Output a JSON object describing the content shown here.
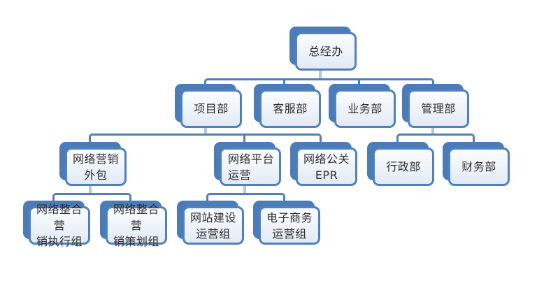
{
  "diagram": {
    "type": "org-chart",
    "title": "",
    "nodes": [
      {
        "id": "gm-office",
        "label": "总经办",
        "line1": "总经办",
        "parent": null
      },
      {
        "id": "project-dept",
        "label": "项目部",
        "line1": "项目部",
        "parent": "gm-office"
      },
      {
        "id": "customer-service-dept",
        "label": "客服部",
        "line1": "客服部",
        "parent": "gm-office"
      },
      {
        "id": "business-dept",
        "label": "业务部",
        "line1": "业务部",
        "parent": "gm-office"
      },
      {
        "id": "management-dept",
        "label": "管理部",
        "line1": "管理部",
        "parent": "gm-office"
      },
      {
        "id": "network-marketing-outsourcing",
        "label": "网络营销外包",
        "line1": "网络营销",
        "line2": "外包",
        "parent": "project-dept"
      },
      {
        "id": "network-platform-operation",
        "label": "网络平台运营",
        "line1": "网络平台",
        "line2": "运营",
        "parent": "project-dept"
      },
      {
        "id": "network-pr-epr",
        "label": "网络公关EPR",
        "line1": "网络公关",
        "line2": "EPR",
        "parent": "project-dept"
      },
      {
        "id": "administrative-dept",
        "label": "行政部",
        "line1": "行政部",
        "parent": "management-dept"
      },
      {
        "id": "finance-dept",
        "label": "财务部",
        "line1": "财务部",
        "parent": "management-dept"
      },
      {
        "id": "integrated-marketing-execution-team",
        "label": "网络整合营销执行组",
        "line1": "网络整合营",
        "line2": "销执行组",
        "parent": "network-marketing-outsourcing"
      },
      {
        "id": "integrated-marketing-planning-team",
        "label": "网络整合营销策划组",
        "line1": "网络整合营",
        "line2": "销策划组",
        "parent": "network-marketing-outsourcing"
      },
      {
        "id": "website-construction-operation-team",
        "label": "网站建设运营组",
        "line1": "网站建设",
        "line2": "运营组",
        "parent": "network-platform-operation"
      },
      {
        "id": "ecommerce-operation-team",
        "label": "电子商务运营组",
        "line1": "电子商务",
        "line2": "运营组",
        "parent": "network-platform-operation"
      }
    ],
    "colors": {
      "node_shadow": "#4b7cb8",
      "node_border": "#4f81bd",
      "node_fill_top": "#fbfdff",
      "node_fill_bottom": "#e2eaf5",
      "connector": "#5080b5",
      "connector_parent_stub": "#b5c6de",
      "text": "#2e2e2e",
      "background": "#ffffff"
    }
  }
}
